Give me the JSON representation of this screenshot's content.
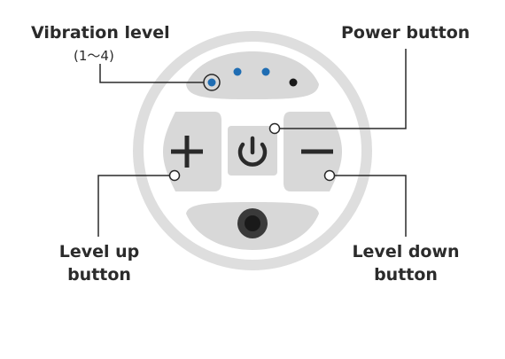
{
  "labels": {
    "vibration_level": "Vibration level",
    "vibration_range": "(1〜4)",
    "power_button": "Power button",
    "level_up_line1": "Level up",
    "level_up_line2": "button",
    "level_down_line1": "Level down",
    "level_down_line2": "button"
  },
  "vibration_indicator": {
    "levels_total": 4,
    "active_levels": 3
  },
  "icons": {
    "plus": "plus-icon",
    "power": "power-icon",
    "minus": "minus-icon",
    "vibration_button": "circle-button-icon"
  },
  "colors": {
    "ring": "#dedede",
    "pad": "#d8d8d8",
    "icon": "#2a2a2a",
    "led_active": "#1f6db3",
    "led_inactive": "#1a1a1a",
    "leader_line": "#2a2a2a"
  }
}
